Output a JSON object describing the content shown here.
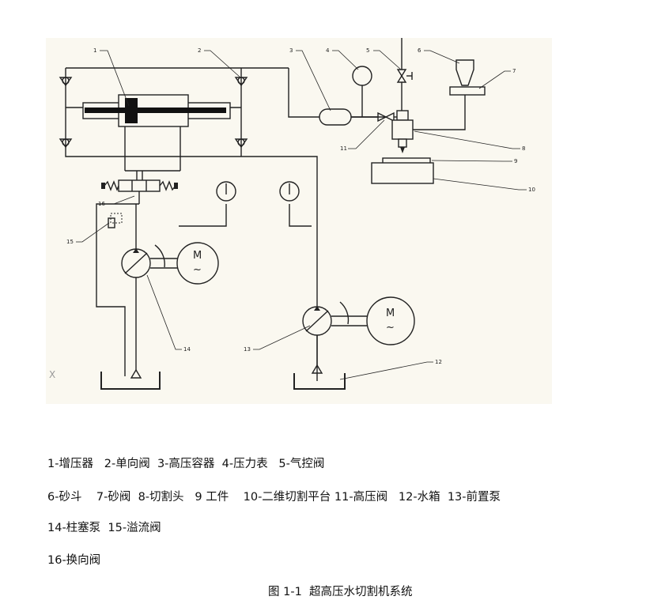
{
  "diagram": {
    "callouts": [
      "1",
      "2",
      "3",
      "4",
      "5",
      "6",
      "7",
      "8",
      "9",
      "10",
      "11",
      "12",
      "13",
      "14",
      "15",
      "16"
    ],
    "motor_letter": "M",
    "motor_symbol": "~",
    "corner_mark": "X",
    "colors": {
      "background": "#faf8f0",
      "line": "#222222"
    }
  },
  "legend": {
    "line1": "1-增压器   2-单向阀  3-高压容器  4-压力表   5-气控阀",
    "line2": "6-砂斗    7-砂阀  8-切割头   9 工件    10-二维切割平台 11-高压阀   12-水箱  13-前置泵",
    "line3": "14-柱塞泵  15-溢流阀",
    "line4": "16-换向阀"
  },
  "caption": "图 1-1  超高压水切割机系统"
}
